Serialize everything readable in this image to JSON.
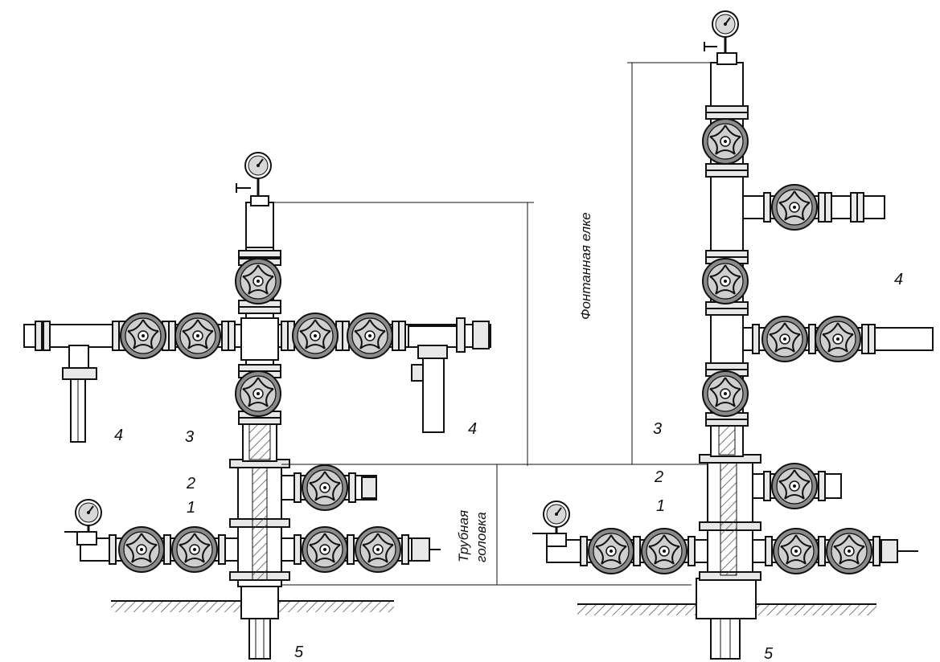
{
  "labels": {
    "left": {
      "l4a": "4",
      "l3": "3",
      "l4b": "4",
      "l2": "2",
      "l1": "1",
      "l5": "5"
    },
    "right": {
      "l4": "4",
      "l3": "3",
      "l2": "2",
      "l1": "1",
      "l5": "5"
    }
  },
  "captions": {
    "christmas_tree": "Фонтанная  елке",
    "tubing_head_line1": "Трубная",
    "tubing_head_line2": "головка"
  }
}
